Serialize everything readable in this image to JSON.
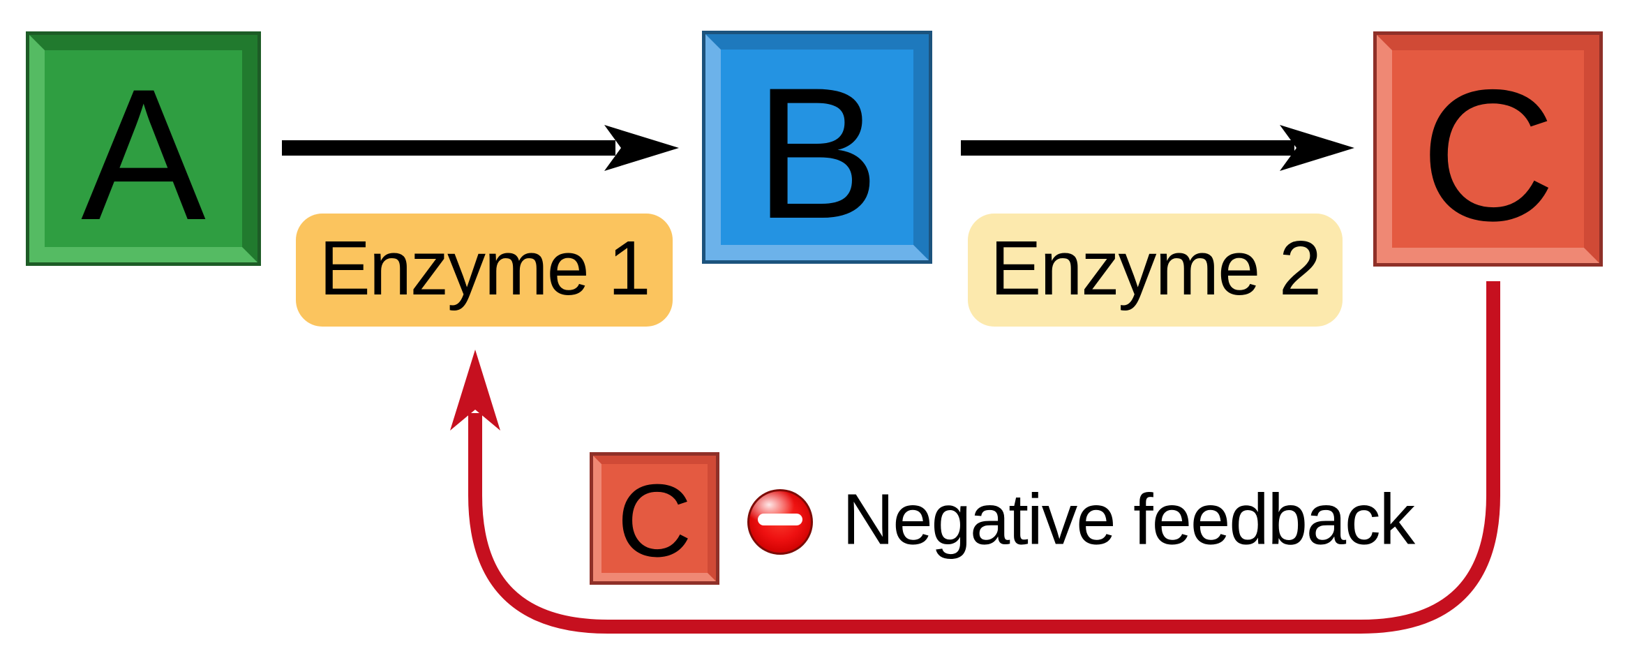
{
  "pathway": {
    "nodes": [
      {
        "label": "A",
        "color": "#2f9e41"
      },
      {
        "label": "B",
        "color": "#2493e2"
      },
      {
        "label": "C",
        "color": "#e45a41"
      }
    ],
    "reaction_arrows": [
      {
        "name": "arrow-a-to-b",
        "color": "#000000"
      },
      {
        "name": "arrow-b-to-c",
        "color": "#000000"
      }
    ],
    "enzymes": [
      {
        "label": "Enzyme 1",
        "color": "#fbc45e"
      },
      {
        "label": "Enzyme 2",
        "color": "#fce9ad"
      }
    ],
    "feedback": {
      "node_label": "C",
      "icon": "no-entry-minus-icon",
      "icon_color": "#ee1111",
      "label": "Negative feedback",
      "loop_color": "#c6101f"
    }
  }
}
